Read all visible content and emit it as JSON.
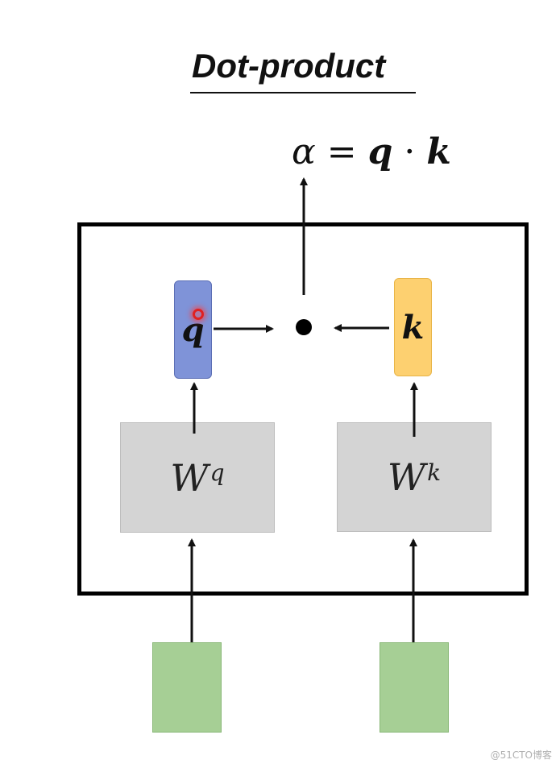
{
  "title": "Dot-product",
  "formula": {
    "alpha": "α",
    "equals": "=",
    "q": "q",
    "dot": "·",
    "k": "k"
  },
  "query_vector": {
    "label": "q",
    "color": "#7f93d8"
  },
  "key_vector": {
    "label": "k",
    "color": "#fdd070"
  },
  "weight_q": {
    "base": "W",
    "sup": "q"
  },
  "weight_k": {
    "base": "W",
    "sup": "k"
  },
  "colors": {
    "weight_box": "#d4d4d4",
    "input_box": "#a6cf95",
    "cursor_marker": "#e02020"
  },
  "watermark": "@51CTO博客"
}
